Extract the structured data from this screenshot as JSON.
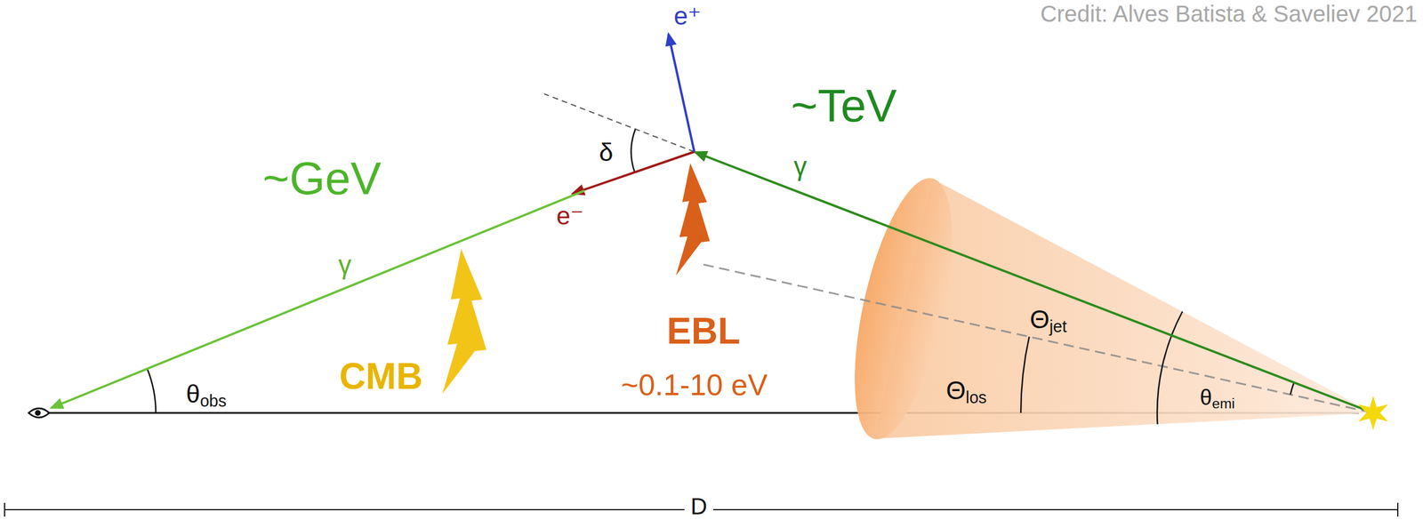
{
  "diagram": {
    "labels": [
      "Credit: Alves Batista & Saveliev 2021",
      "e⁺",
      "~TeV",
      "δ",
      "~GeV",
      "γ",
      "e⁻",
      "γ",
      "EBL",
      "CMB",
      "~0.1-10 eV",
      "θobs",
      "Θlos",
      "Θjet",
      "θemi",
      "D"
    ]
  }
}
